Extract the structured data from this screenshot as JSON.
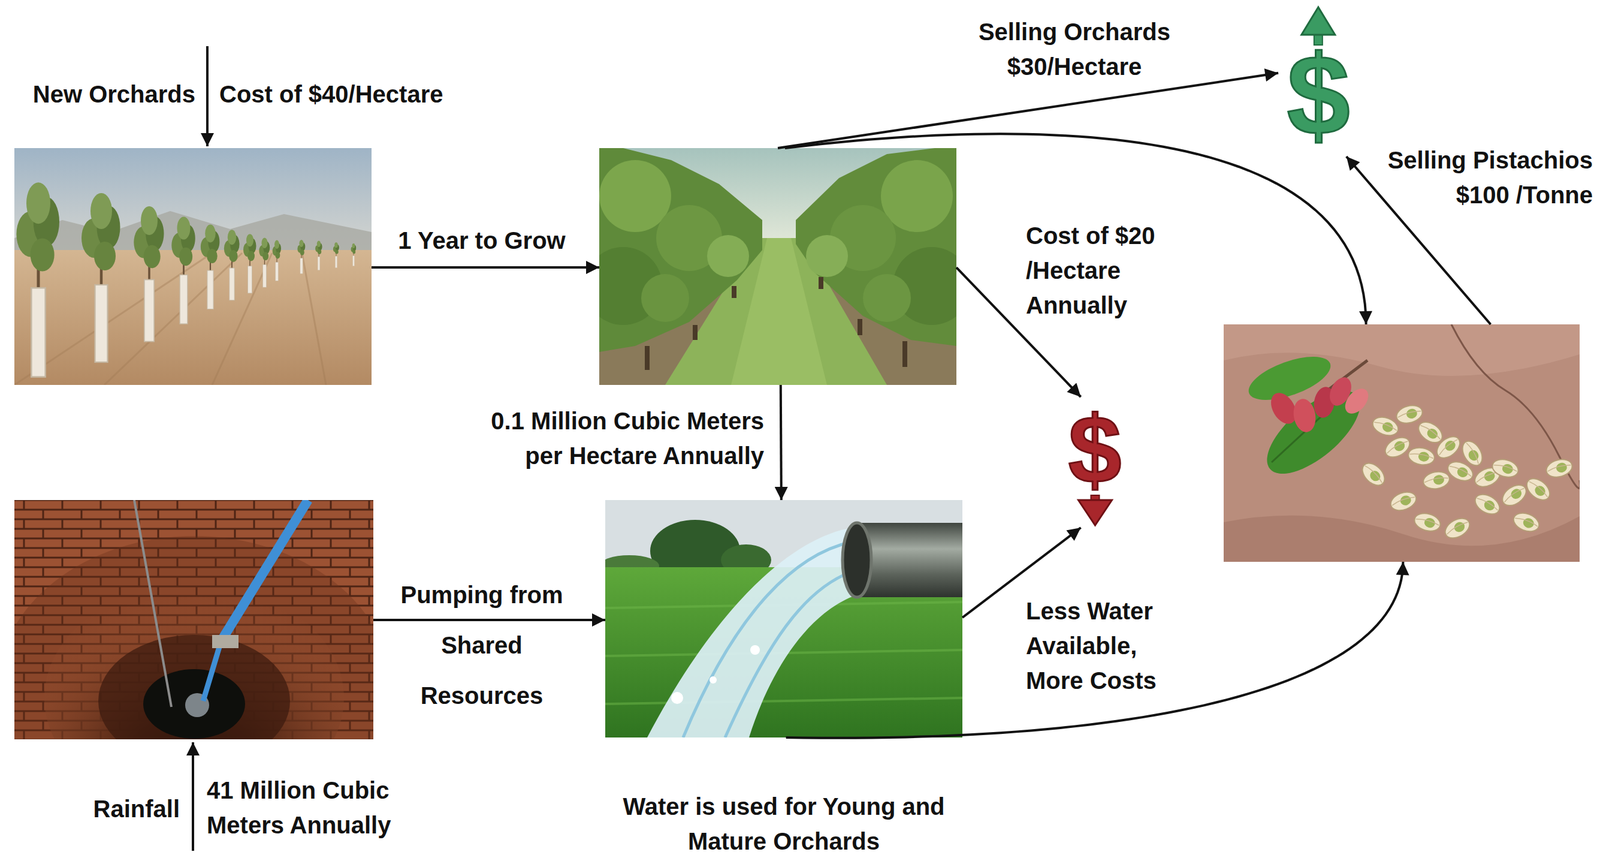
{
  "diagram": {
    "nodes": [
      {
        "text": []
      },
      {
        "text": []
      },
      {
        "text": [
          "$"
        ]
      },
      {
        "text": []
      },
      {
        "text": [
          "$"
        ]
      },
      {
        "text": []
      },
      {
        "text": [
          "Water is used for Young and Mature Orchards"
        ]
      }
    ],
    "edges": [
      {
        "from": 0,
        "to": 1,
        "arrow": "to",
        "label": "1 Year to Grow"
      },
      {
        "from": 1,
        "to": 2,
        "arrow": "to",
        "label": "Selling Orchards $30/Hectare"
      },
      {
        "from": 1,
        "to": 3,
        "arrow": "to"
      },
      {
        "from": 3,
        "to": 2,
        "arrow": "to",
        "label": "Selling Pistachios $100 /Tonne"
      },
      {
        "from": 1,
        "to": 4,
        "arrow": "to",
        "label": "Cost of $20 /Hectare Annually"
      },
      {
        "from": 1,
        "to": 6,
        "arrow": "to",
        "label": "0.1 Million Cubic Meters per Hectare Annually"
      },
      {
        "from": 5,
        "to": 6,
        "arrow": "to",
        "label": "Pumping from Shared Resources"
      },
      {
        "from": 6,
        "to": 4,
        "arrow": "to",
        "label": "Less Water Available, More Costs"
      },
      {
        "from": 6,
        "to": 3,
        "arrow": "to"
      }
    ],
    "labels": [
      "New Orchards",
      "Cost of $40/Hectare",
      "Rainfall",
      "41 Million Cubic Meters Annually"
    ]
  }
}
